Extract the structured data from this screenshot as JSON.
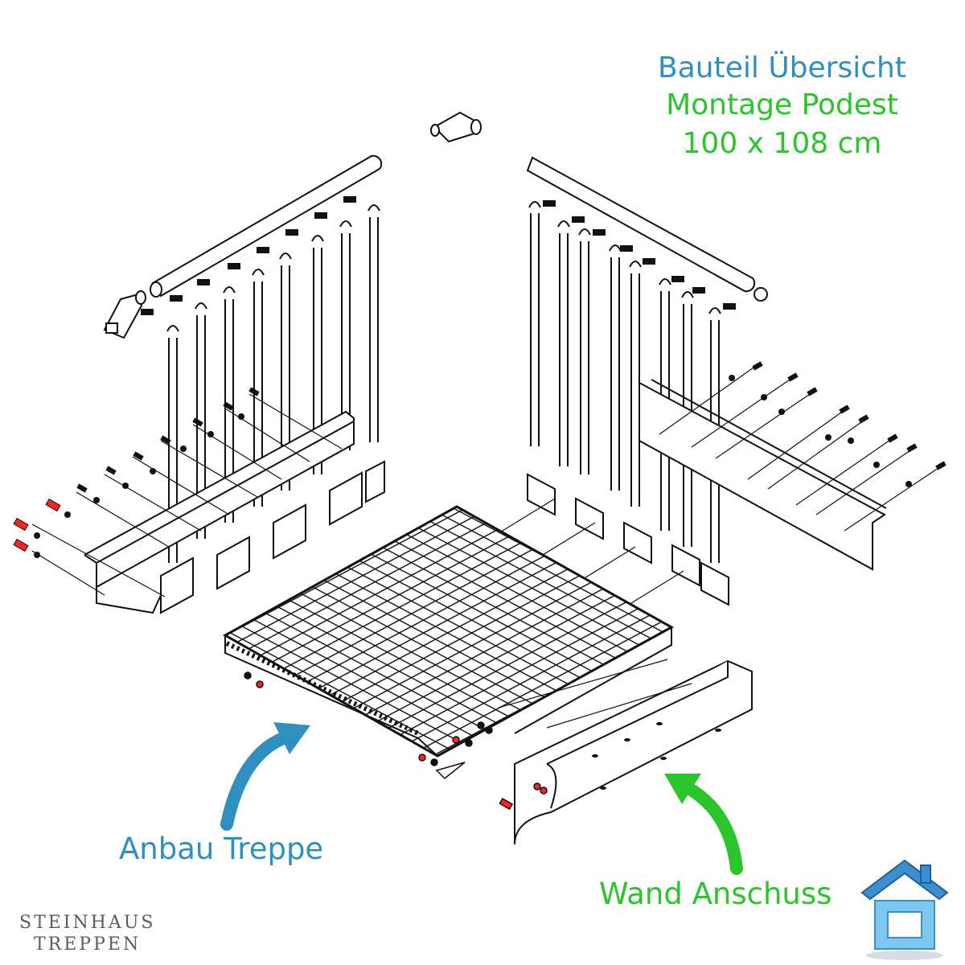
{
  "title": "Bauteil Übersicht",
  "subtitle": "Montage Podest",
  "dimensions": "100 x 108 cm",
  "labels": {
    "anbau": "Anbau Treppe",
    "wand": "Wand Anschuss"
  },
  "brand": {
    "line1": "STEINHAUS",
    "line2": "TREPPEN",
    "logo_icon": "house-icon"
  },
  "colors": {
    "title": "#2f8fbf",
    "subtitle": "#2ac52a",
    "anbau_arrow": "#2f8fbf",
    "wand_arrow": "#2ac52a",
    "screw_highlight": "#ff2020",
    "line": "#111111"
  }
}
